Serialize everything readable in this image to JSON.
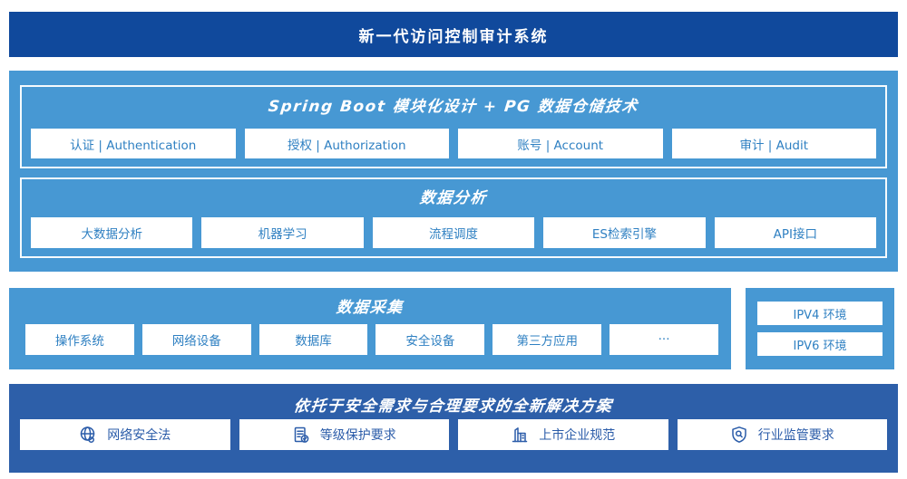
{
  "banner": {
    "title": "新一代访问控制审计系统"
  },
  "platform": {
    "title": "Spring Boot 模块化设计 + PG 数据仓储技术",
    "modules": [
      "认证 | Authentication",
      "授权 | Authorization",
      "账号 | Account",
      "审计 | Audit"
    ]
  },
  "analysis": {
    "title": "数据分析",
    "modules": [
      "大数据分析",
      "机器学习",
      "流程调度",
      "ES检索引擎",
      "API接口"
    ]
  },
  "collection": {
    "title": "数据采集",
    "modules": [
      "操作系统",
      "网络设备",
      "数据库",
      "安全设备",
      "第三方应用",
      "···"
    ]
  },
  "environments": {
    "items": [
      "IPV4 环境",
      "IPV6 环境"
    ]
  },
  "solution": {
    "title": "依托于安全需求与合理要求的全新解决方案",
    "items": [
      {
        "icon": "globe-icon",
        "label": "网络安全法"
      },
      {
        "icon": "document-check-icon",
        "label": "等级保护要求"
      },
      {
        "icon": "building-icon",
        "label": "上市企业规范"
      },
      {
        "icon": "shield-search-icon",
        "label": "行业监管要求"
      }
    ]
  },
  "colors": {
    "banner_navy": "#10499c",
    "section_sky_blue": "#4798d3",
    "solution_steel_blue": "#2d5fa9",
    "item_text_blue": "#2f80c2",
    "solution_text_blue": "#2b5ca9",
    "box_white": "#ffffff"
  }
}
